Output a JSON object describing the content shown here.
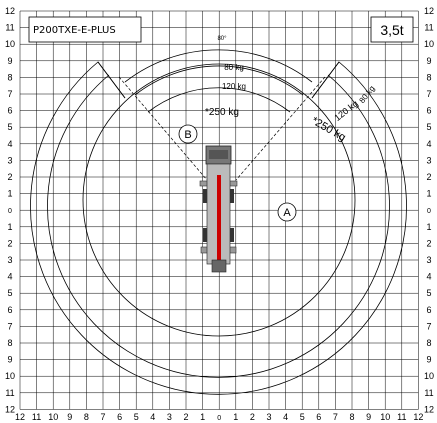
{
  "model": "P200TXE-E-PLUS",
  "capacity": "3,5t",
  "axis_ticks": {
    "x": [
      "12",
      "11",
      "10",
      "9",
      "8",
      "7",
      "6",
      "5",
      "4",
      "3",
      "2",
      "1",
      "0",
      "1",
      "2",
      "3",
      "4",
      "5",
      "6",
      "7",
      "8",
      "9",
      "10",
      "11",
      "12"
    ],
    "y": [
      "12",
      "11",
      "10",
      "9",
      "8",
      "7",
      "6",
      "5",
      "4",
      "3",
      "2",
      "1",
      "0",
      "1",
      "2",
      "3",
      "4",
      "5",
      "6",
      "7",
      "8",
      "9",
      "10",
      "11",
      "12"
    ]
  },
  "load_labels": {
    "arc_80": "80 kg",
    "arc_120": "120 kg",
    "arc_250": "*250 kg",
    "side_80": "80 kg",
    "side_120": "120 kg",
    "side_250": "*250 kg",
    "angle": "80°"
  },
  "zones": {
    "a": "A",
    "b": "B"
  },
  "colors": {
    "line": "#000000",
    "grid": "#000000",
    "boom": "#cc0000",
    "truck": "#555555"
  }
}
